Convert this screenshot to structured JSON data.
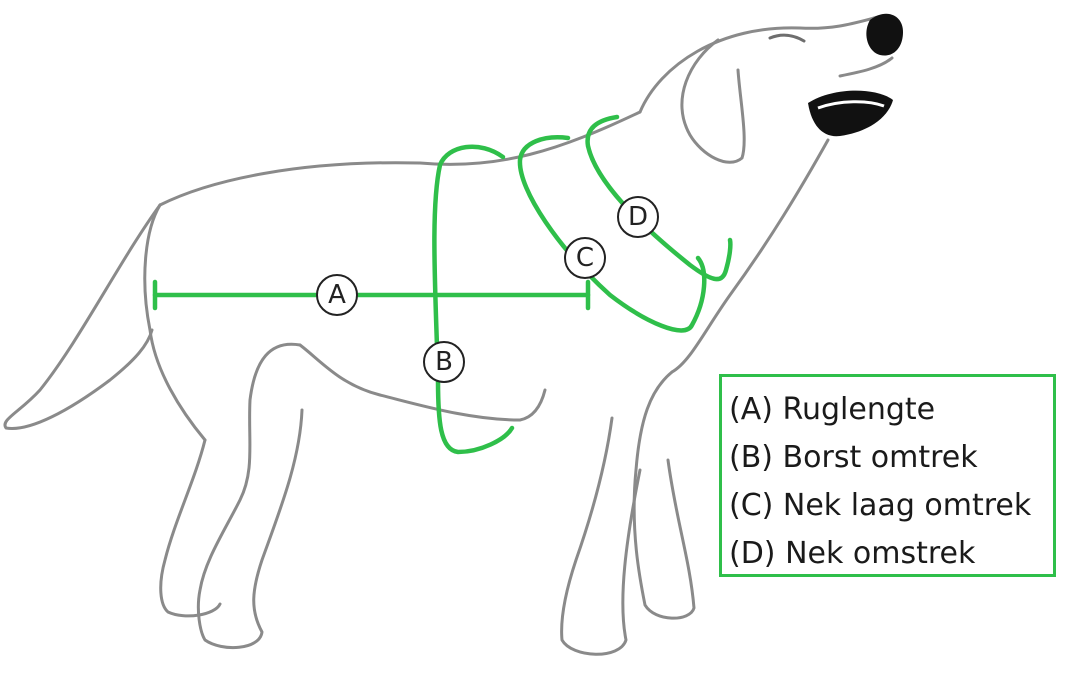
{
  "colors": {
    "measure": "#2fbf4a",
    "outline": "#8a8a8a",
    "text": "#1a1a1a"
  },
  "markers": {
    "a": "A",
    "b": "B",
    "c": "C",
    "d": "D"
  },
  "legend": {
    "items": [
      {
        "key": "(A)",
        "label": "Ruglengte"
      },
      {
        "key": "(B)",
        "label": "Borst omtrek"
      },
      {
        "key": "(C)",
        "label": "Nek laag omtrek"
      },
      {
        "key": "(D)",
        "label": "Nek omstrek"
      }
    ]
  }
}
